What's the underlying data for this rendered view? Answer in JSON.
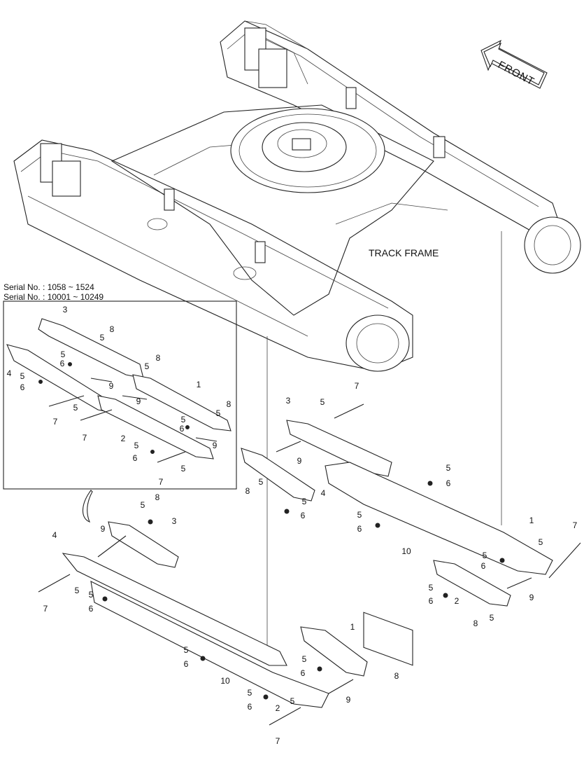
{
  "header": {
    "serial_line_1": "Serial No. : 1058 ~ 1524",
    "serial_line_2": "Serial No. : 10001 ~ 10249"
  },
  "frame_label": "TRACK FRAME",
  "front_label": "FRONT",
  "callouts": {
    "inset": [
      {
        "id": "ins-3",
        "text": "3"
      },
      {
        "id": "ins-8a",
        "text": "8"
      },
      {
        "id": "ins-5a",
        "text": "5"
      },
      {
        "id": "ins-5b",
        "text": "5"
      },
      {
        "id": "ins-6a",
        "text": "6"
      },
      {
        "id": "ins-8b",
        "text": "8"
      },
      {
        "id": "ins-4",
        "text": "4"
      },
      {
        "id": "ins-5c",
        "text": "5"
      },
      {
        "id": "ins-6b",
        "text": "6"
      },
      {
        "id": "ins-5d",
        "text": "5"
      },
      {
        "id": "ins-9a",
        "text": "9"
      },
      {
        "id": "ins-1",
        "text": "1"
      },
      {
        "id": "ins-5e",
        "text": "5"
      },
      {
        "id": "ins-6c",
        "text": "6"
      },
      {
        "id": "ins-8c",
        "text": "8"
      },
      {
        "id": "ins-5f",
        "text": "5"
      },
      {
        "id": "ins-9b",
        "text": "9"
      },
      {
        "id": "ins-7a",
        "text": "7"
      },
      {
        "id": "ins-5g",
        "text": "5"
      },
      {
        "id": "ins-7b",
        "text": "7"
      },
      {
        "id": "ins-2",
        "text": "2"
      },
      {
        "id": "ins-9c",
        "text": "9"
      },
      {
        "id": "ins-5h",
        "text": "5"
      },
      {
        "id": "ins-6d",
        "text": "6"
      },
      {
        "id": "ins-5i",
        "text": "5"
      },
      {
        "id": "ins-7c",
        "text": "7"
      }
    ],
    "right_assembly": [
      {
        "id": "r-7a",
        "text": "7"
      },
      {
        "id": "r-3",
        "text": "3"
      },
      {
        "id": "r-5a",
        "text": "5"
      },
      {
        "id": "r-9a",
        "text": "9"
      },
      {
        "id": "r-8a",
        "text": "8"
      },
      {
        "id": "r-5b",
        "text": "5"
      },
      {
        "id": "r-4",
        "text": "4"
      },
      {
        "id": "r-5c",
        "text": "5"
      },
      {
        "id": "r-6a",
        "text": "6"
      },
      {
        "id": "r-5d",
        "text": "5"
      },
      {
        "id": "r-6b",
        "text": "6"
      },
      {
        "id": "r-5e",
        "text": "5"
      },
      {
        "id": "r-6c",
        "text": "6"
      },
      {
        "id": "r-10",
        "text": "10"
      },
      {
        "id": "r-1",
        "text": "1"
      },
      {
        "id": "r-7b",
        "text": "7"
      },
      {
        "id": "r-5f",
        "text": "5"
      },
      {
        "id": "r-5g",
        "text": "5"
      },
      {
        "id": "r-6d",
        "text": "6"
      },
      {
        "id": "r-5h",
        "text": "5"
      },
      {
        "id": "r-6e",
        "text": "6"
      },
      {
        "id": "r-2",
        "text": "2"
      },
      {
        "id": "r-9b",
        "text": "9"
      },
      {
        "id": "r-8b",
        "text": "8"
      },
      {
        "id": "r-5i",
        "text": "5"
      }
    ],
    "left_assembly": [
      {
        "id": "l-5a",
        "text": "5"
      },
      {
        "id": "l-8a",
        "text": "8"
      },
      {
        "id": "l-3",
        "text": "3"
      },
      {
        "id": "l-9a",
        "text": "9"
      },
      {
        "id": "l-4",
        "text": "4"
      },
      {
        "id": "l-5b",
        "text": "5"
      },
      {
        "id": "l-7a",
        "text": "7"
      },
      {
        "id": "l-5c",
        "text": "5"
      },
      {
        "id": "l-6a",
        "text": "6"
      },
      {
        "id": "l-1",
        "text": "1"
      },
      {
        "id": "l-5d",
        "text": "5"
      },
      {
        "id": "l-6b",
        "text": "6"
      },
      {
        "id": "l-5e",
        "text": "5"
      },
      {
        "id": "l-6c",
        "text": "6"
      },
      {
        "id": "l-8b",
        "text": "8"
      },
      {
        "id": "l-10",
        "text": "10"
      },
      {
        "id": "l-5f",
        "text": "5"
      },
      {
        "id": "l-6d",
        "text": "6"
      },
      {
        "id": "l-2",
        "text": "2"
      },
      {
        "id": "l-5g",
        "text": "5"
      },
      {
        "id": "l-9b",
        "text": "9"
      },
      {
        "id": "l-7b",
        "text": "7"
      }
    ]
  }
}
